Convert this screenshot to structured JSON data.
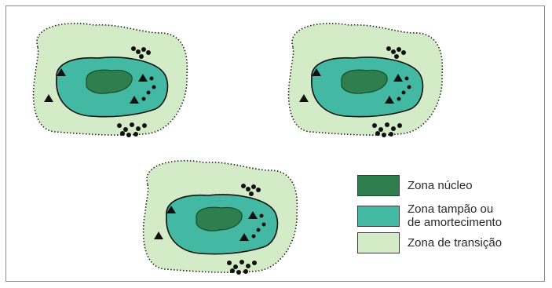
{
  "colors": {
    "core": "#2f7f4e",
    "buffer": "#43b8a2",
    "transition": "#d4ebc8",
    "outline": "#111111"
  },
  "legend": [
    {
      "lines": [
        "Zona núcleo"
      ],
      "color_key": "core"
    },
    {
      "lines": [
        "Zona tampão ou",
        "de amortecimento"
      ],
      "color_key": "buffer"
    },
    {
      "lines": [
        "Zona de transição"
      ],
      "color_key": "transition"
    }
  ]
}
